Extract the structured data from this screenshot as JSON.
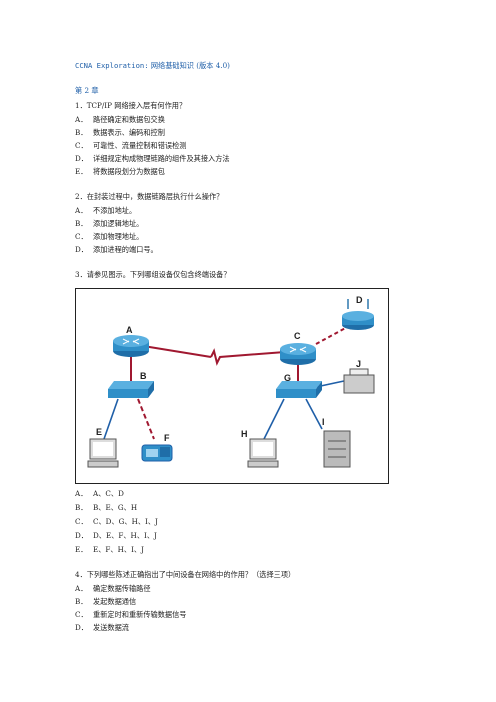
{
  "header": {
    "title_en": "CCNA Exploration:",
    "title_cn": " 网络基础知识 (版本 4.0)"
  },
  "chapter": "第 2 章",
  "q1": {
    "stem": "1．TCP/IP 网络接入层有何作用？",
    "options": [
      {
        "letter": "A．",
        "text": "路径确定和数据包交换"
      },
      {
        "letter": "B．",
        "text": "数据表示、编码和控制"
      },
      {
        "letter": "C．",
        "text": "可靠性、流量控制和错误检测"
      },
      {
        "letter": "D．",
        "text": "详细规定构成物理链路的组件及其接入方法"
      },
      {
        "letter": "E．",
        "text": "将数据段划分为数据包"
      }
    ]
  },
  "q2": {
    "stem": "2．在封装过程中，数据链路层执行什么操作？",
    "options": [
      {
        "letter": "A．",
        "text": "不添加地址。"
      },
      {
        "letter": "B．",
        "text": "添加逻辑地址。"
      },
      {
        "letter": "C．",
        "text": "添加物理地址。"
      },
      {
        "letter": "D．",
        "text": "添加进程的端口号。"
      }
    ]
  },
  "q3": {
    "stem": "3．请参见图示。下列哪组设备仅包含终端设备？",
    "figure_labels": [
      "A",
      "B",
      "C",
      "D",
      "E",
      "F",
      "G",
      "H",
      "I",
      "J"
    ],
    "options": [
      {
        "letter": "A．",
        "text": "A、C、D"
      },
      {
        "letter": "B．",
        "text": "B、E、G、H"
      },
      {
        "letter": "C．",
        "text": "C、D、G、H、I、J"
      },
      {
        "letter": "D．",
        "text": "D、E、F、H、I、J"
      },
      {
        "letter": "E．",
        "text": "E、F、H、I、J"
      }
    ]
  },
  "q4": {
    "stem": "4．下列哪些陈述正确指出了中间设备在网络中的作用？（选择三项）",
    "options": [
      {
        "letter": "A．",
        "text": "确定数据传输路径"
      },
      {
        "letter": "B．",
        "text": "发起数据通信"
      },
      {
        "letter": "C．",
        "text": "重新定时和重新传输数据信号"
      },
      {
        "letter": "D．",
        "text": "发送数据流"
      }
    ]
  },
  "colors": {
    "accent": "#1f5fa8",
    "router": "#2f8fc8",
    "link": "#a01830"
  }
}
